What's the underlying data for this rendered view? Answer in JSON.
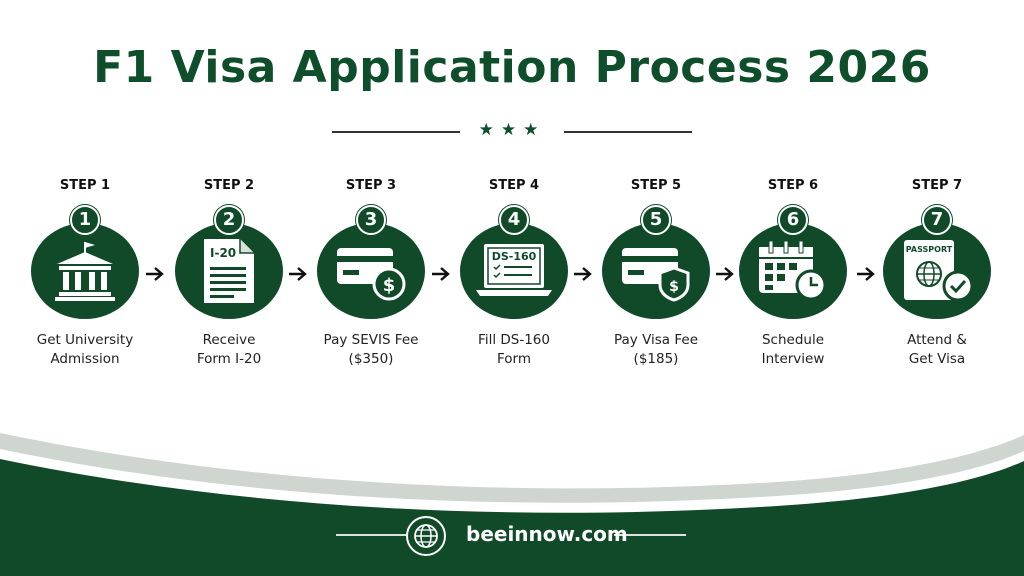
{
  "title": "F1 Visa Application Process 2026",
  "divider_stars": "★★★",
  "colors": {
    "primary_green": "#104a29",
    "title_green": "#0f4e2a",
    "wave_light": "#cfd6d0"
  },
  "steps": [
    {
      "label": "STEP 1",
      "number": "1",
      "icon": "university-building-icon",
      "text_line1": "Get University",
      "text_line2": "Admission"
    },
    {
      "label": "STEP 2",
      "number": "2",
      "icon": "document-i20-icon",
      "doc_label": "I-20",
      "text_line1": "Receive",
      "text_line2": "Form I-20"
    },
    {
      "label": "STEP 3",
      "number": "3",
      "icon": "credit-card-dollar-icon",
      "text_line1": "Pay SEVIS Fee",
      "text_line2": "($350)"
    },
    {
      "label": "STEP 4",
      "number": "4",
      "icon": "laptop-form-icon",
      "doc_label": "DS-160",
      "text_line1": "Fill DS-160",
      "text_line2": "Form"
    },
    {
      "label": "STEP 5",
      "number": "5",
      "icon": "credit-card-shield-icon",
      "text_line1": "Pay Visa Fee",
      "text_line2": "($185)"
    },
    {
      "label": "STEP 6",
      "number": "6",
      "icon": "calendar-clock-icon",
      "text_line1": "Schedule",
      "text_line2": "Interview"
    },
    {
      "label": "STEP 7",
      "number": "7",
      "icon": "passport-check-icon",
      "doc_label": "PASSPORT",
      "text_line1": "Attend &",
      "text_line2": "Get Visa"
    }
  ],
  "footer": {
    "icon": "globe-icon",
    "site": "beeinnow.com"
  }
}
